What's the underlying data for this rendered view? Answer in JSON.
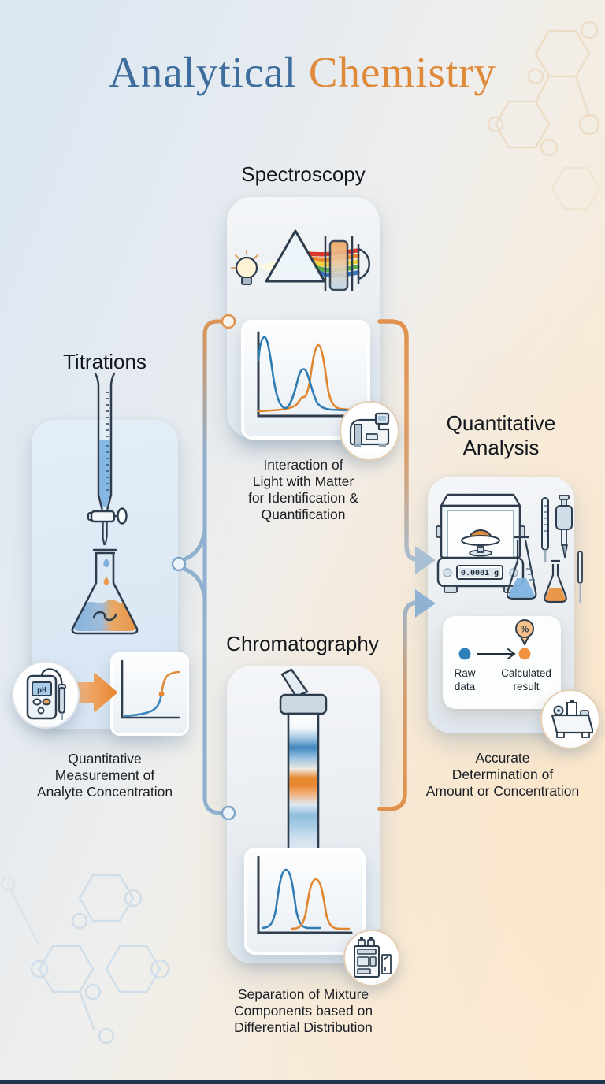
{
  "title": {
    "part1": "Analytical ",
    "part2": "Chemistry"
  },
  "colors": {
    "title_blue": "#3c6d9c",
    "title_orange": "#df8a3a",
    "line_blue": "#8fb0cf",
    "line_orange": "#e0924e",
    "ink": "#2e3d4e",
    "series_blue": "#2f7cb5",
    "series_orange": "#e0862e"
  },
  "sections": {
    "spectroscopy": {
      "heading": "Spectroscopy",
      "caption_lines": [
        "Interaction of",
        "Light with Matter",
        "for Identification &",
        "Quantification"
      ],
      "chart": {
        "type": "line",
        "series": [
          "blue spectrum, two peaks",
          "orange spectrum, one tall peak"
        ]
      }
    },
    "titrations": {
      "heading": "Titrations",
      "caption_lines": [
        "Quantitative",
        "Measurement of",
        "Analyte Concentration"
      ],
      "ph_label": "pH",
      "chart": {
        "type": "line",
        "series": [
          "sigmoid titration curve, blue lower / orange upper, dot at equivalence point"
        ]
      }
    },
    "chromatography": {
      "heading": "Chromatography",
      "caption_lines": [
        "Separation of Mixture",
        "Components based on",
        "Differential Distribution"
      ],
      "chart": {
        "type": "line",
        "series": [
          "blue gaussian peak",
          "orange gaussian peak"
        ]
      }
    },
    "qa": {
      "heading_lines": [
        "Quantitative",
        "Analysis"
      ],
      "caption_lines": [
        "Accurate",
        "Determination of",
        "Amount or Concentration"
      ],
      "balance_reading": "0.0001 g",
      "raw_label_lines": [
        "Raw",
        "data"
      ],
      "calc_label_lines": [
        "Calculated",
        "result"
      ],
      "percent": "%"
    }
  },
  "icons": [
    "lightbulb-icon",
    "prism-icon",
    "cuvette-icon",
    "detector-icon",
    "spectrophotometer-icon",
    "burette-icon",
    "erlenmeyer-flask-icon",
    "ph-meter-icon",
    "block-arrow-icon",
    "chromatography-column-icon",
    "sound-waves-icon",
    "hplc-instrument-icon",
    "analytical-balance-icon",
    "glassware-icon",
    "percent-pin-icon",
    "mass-spectrometer-icon",
    "molecule-motif"
  ]
}
